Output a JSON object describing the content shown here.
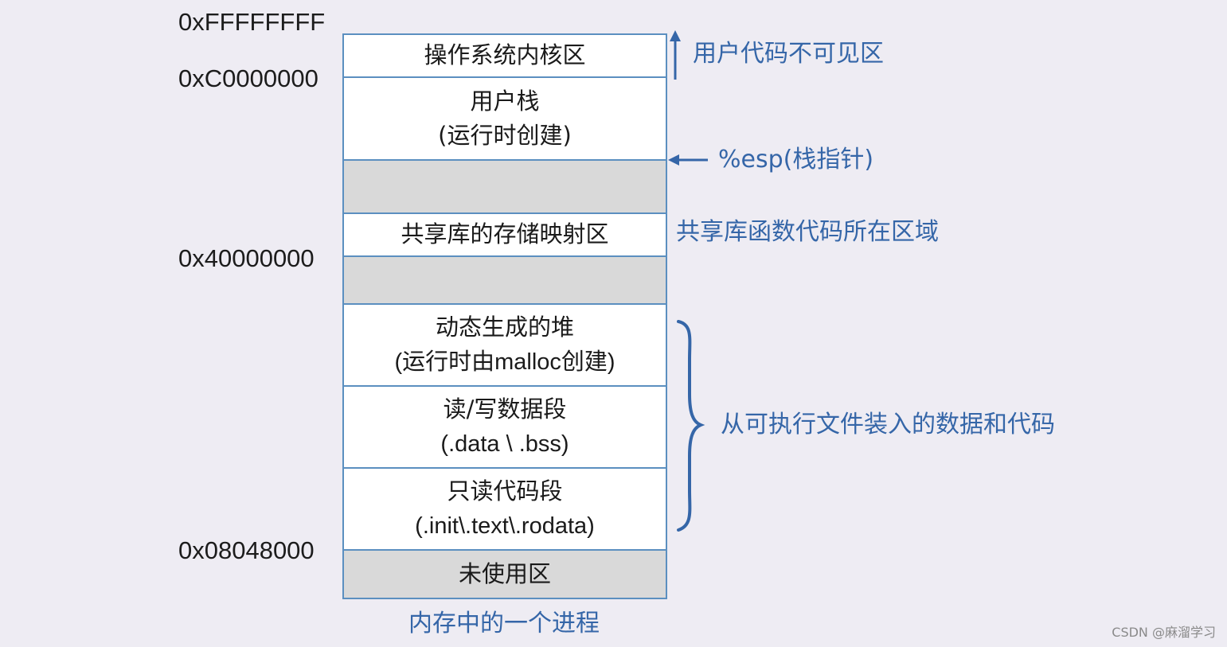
{
  "addresses": {
    "top": "0xFFFFFFFF",
    "kernel": "0xC0000000",
    "shared": "0x40000000",
    "code_start": "0x08048000"
  },
  "segments": [
    {
      "line1": "操作系统内核区",
      "line2": "",
      "shaded": false
    },
    {
      "line1": "用户栈",
      "line2": "(运行时创建)",
      "shaded": false
    },
    {
      "line1": "",
      "line2": "",
      "shaded": true
    },
    {
      "line1": "共享库的存储映射区",
      "line2": "",
      "shaded": false
    },
    {
      "line1": "",
      "line2": "",
      "shaded": true
    },
    {
      "line1": "动态生成的堆",
      "line2": "(运行时由malloc创建)",
      "shaded": false
    },
    {
      "line1": "读/写数据段",
      "line2": "(.data \\ .bss)",
      "shaded": false
    },
    {
      "line1": "只读代码段",
      "line2": "(.init\\.text\\.rodata)",
      "shaded": false
    },
    {
      "line1": "未使用区",
      "line2": "",
      "shaded": true
    }
  ],
  "annotations": {
    "kernel_invisible": "用户代码不可见区",
    "esp": "%esp(栈指针)",
    "shared_lib": "共享库函数代码所在区域",
    "loaded": "从可执行文件装入的数据和代码"
  },
  "caption": "内存中的一个进程",
  "watermark": "CSDN @麻溜学习",
  "colors": {
    "accent": "#3566a8",
    "border": "#5b8fc0",
    "shaded": "#d9d9d9",
    "background": "#eeecf3"
  }
}
